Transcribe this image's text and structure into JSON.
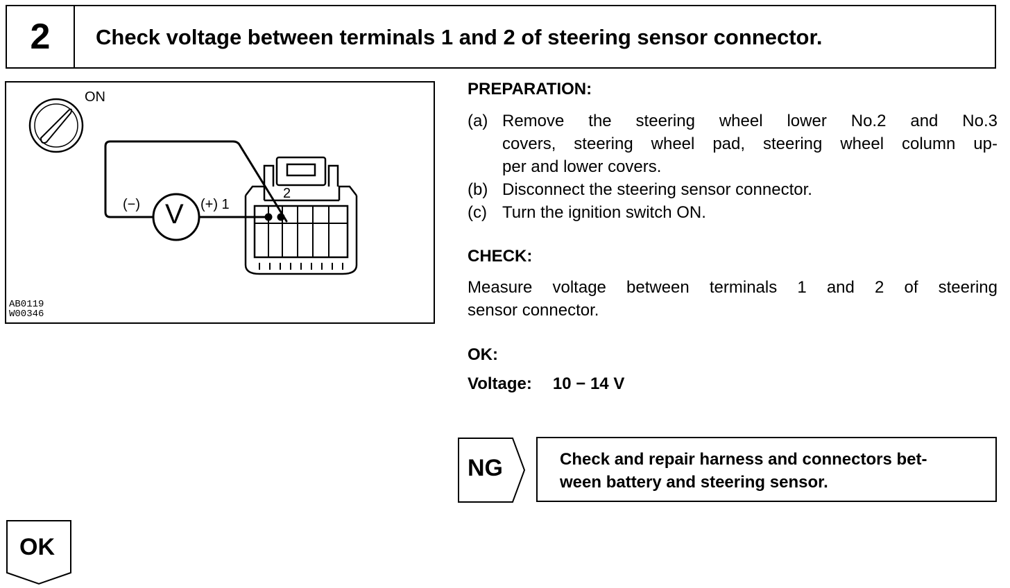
{
  "header": {
    "step_number": "2",
    "title": "Check voltage between terminals 1 and 2 of steering sensor connector."
  },
  "figure": {
    "switch_label": "ON",
    "meter_symbol": "V",
    "negative_label": "(−)",
    "positive_label": "(+) 1",
    "terminal_2_label": "2",
    "code_1": "AB0119",
    "code_2": "W00346"
  },
  "preparation": {
    "heading": "PREPARATION:",
    "steps": [
      {
        "marker": "(a)",
        "lines": [
          "Remove the steering wheel lower No.2 and No.3",
          "covers, steering wheel pad, steering wheel column up-",
          "per and lower covers."
        ]
      },
      {
        "marker": "(b)",
        "lines": [
          "Disconnect the steering sensor connector."
        ]
      },
      {
        "marker": "(c)",
        "lines": [
          "Turn the ignition switch ON."
        ]
      }
    ]
  },
  "check": {
    "heading": "CHECK:",
    "line1": "Measure voltage between terminals 1 and 2 of steering",
    "line2": "sensor connector."
  },
  "ok_spec": {
    "heading": "OK:",
    "label": "Voltage:",
    "value": "10 − 14 V"
  },
  "ng": {
    "label": "NG",
    "action_line1": "Check and repair harness and connectors bet-",
    "action_line2": "ween battery and steering sensor."
  },
  "ok_arrow": {
    "label": "OK"
  }
}
